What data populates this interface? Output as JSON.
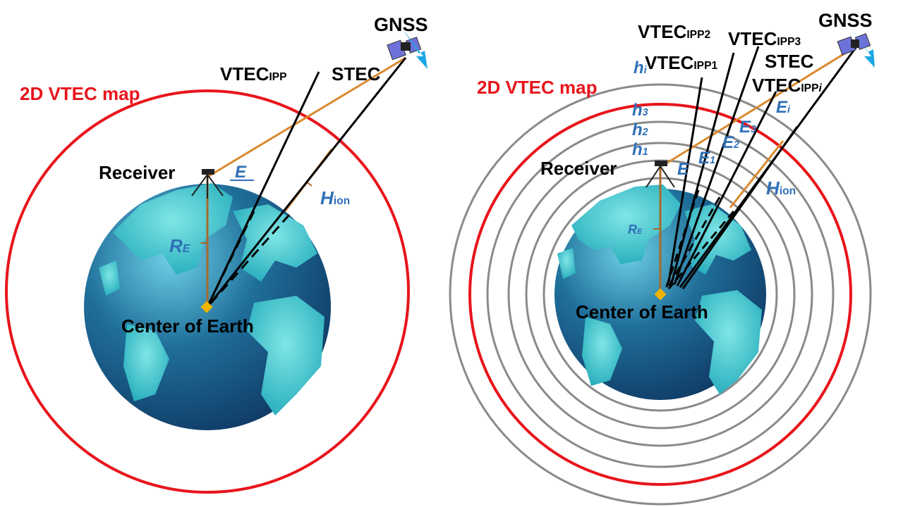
{
  "colors": {
    "vtec_map_circle": "#e8141b",
    "shell_circles": "#8a8a8a",
    "slant_path": "#d98a2f",
    "rays": "#000000",
    "height_labels": "#2f6fb7",
    "ocean": "#1f6f9a",
    "land": "#35c8c8",
    "center_marker": "#f0b400",
    "satellite_arrow": "#19a7e6"
  },
  "left": {
    "map_label": "2D VTEC map",
    "gnss": "GNSS",
    "stec": "STEC",
    "vtec_main": "VTEC",
    "vtec_sub": "IPP",
    "receiver": "Receiver",
    "elevation": "E",
    "radius_main": "R",
    "radius_sub": "E",
    "hion_main": "H",
    "hion_sub": "ion",
    "center": "Center of Earth"
  },
  "right": {
    "map_label": "2D VTEC map",
    "gnss": "GNSS",
    "stec": "STEC",
    "vtec_ipp2_main": "VTEC",
    "vtec_ipp2_sub": "IPP2",
    "vtec_ipp3_main": "VTEC",
    "vtec_ipp3_sub": "IPP3",
    "vtec_ipp1_main": "VTEC",
    "vtec_ipp1_sub": "IPP1",
    "vtec_ippi_main": "VTEC",
    "vtec_ippi_sub": "IPP",
    "vtec_ippi_italic": "i",
    "h_i_main": "h",
    "h_i_sub": "i",
    "h3_main": "h",
    "h3_sub": "3",
    "h2_main": "h",
    "h2_sub": "2",
    "h1_main": "h",
    "h1_sub": "1",
    "e_i_main": "E",
    "e_i_sub": "i",
    "e3_main": "E",
    "e3_sub": "3",
    "e2_main": "E",
    "e2_sub": "2",
    "e1_main": "E",
    "e1_sub": "1",
    "receiver": "Receiver",
    "elevation": "E",
    "radius_main": "R",
    "radius_sub": "E",
    "hion_main": "H",
    "hion_sub": "ion",
    "center": "Center of Earth"
  }
}
